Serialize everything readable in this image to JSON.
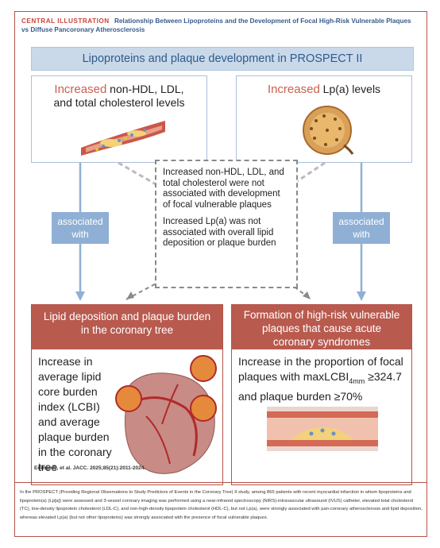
{
  "header": {
    "tag": "CENTRAL ILLUSTRATION",
    "title": "Relationship Between Lipoproteins and the Development of Focal High-Risk Vulnerable Plaques vs Diffuse Pancoronary Atherosclerosis"
  },
  "banner": "Lipoproteins and plaque development in PROSPECT II",
  "left_top": {
    "accent": "Increased",
    "rest1": " non-HDL, LDL,",
    "line2": "and total cholesterol levels"
  },
  "right_top": {
    "accent": "Increased",
    "rest1": " Lp(a) levels"
  },
  "center": {
    "para1": "Increased non-HDL, LDL, and total cholesterol were not associated with development of focal vulnerable plaques",
    "para2": "Increased Lp(a) was not associated with overall lipid deposition or plaque burden"
  },
  "assoc_left": {
    "line1": "associated",
    "line2": "with"
  },
  "assoc_right": {
    "line1": "associated",
    "line2": "with"
  },
  "left_bottom": {
    "head": "Lipid deposition and plaque burden in the coronary tree",
    "text": "Increase in average lipid core burden index (LCBI) and average plaque burden in the coronary tree"
  },
  "right_bottom": {
    "head": "Formation of high-risk vulnerable plaques that cause acute coronary syndromes",
    "text1": "Increase in the proportion of focal plaques with maxLCBI",
    "sub": "4mm",
    "text2": " ≥324.7 and plaque burden ≥70%"
  },
  "citation": "Erlinge D, et al. JACC. 2025;85(21):2011-2024.",
  "caption": "In the PROSPECT (Providing Regional Observations to Study Predictors of Events in the Coronary Tree) II study, among 865 patients with recent myocardial infarction in whom lipoproteins and lipoprotein(a) (Lp[a]) were assessed and 3-vessel coronary imaging was performed using a near-infrared spectroscopy (NIRS)-intravascular ultrasound (IVUS) catheter, elevated total cholesterol (TC), low-density lipoprotein cholesterol (LDL-C), and non-high-density lipoprotein cholesterol (HDL-C), but not Lp(a), were strongly associated with pan-coronary atherosclerosis and lipid deposition, whereas elevated Lp(a) (but not other lipoproteins) was strongly associated with the presence of focal vulnerable plaques.",
  "colors": {
    "accent": "#c8604f",
    "blue": "#8fb0d4",
    "red_head": "#b95a4f",
    "frame": "#b5524a"
  }
}
